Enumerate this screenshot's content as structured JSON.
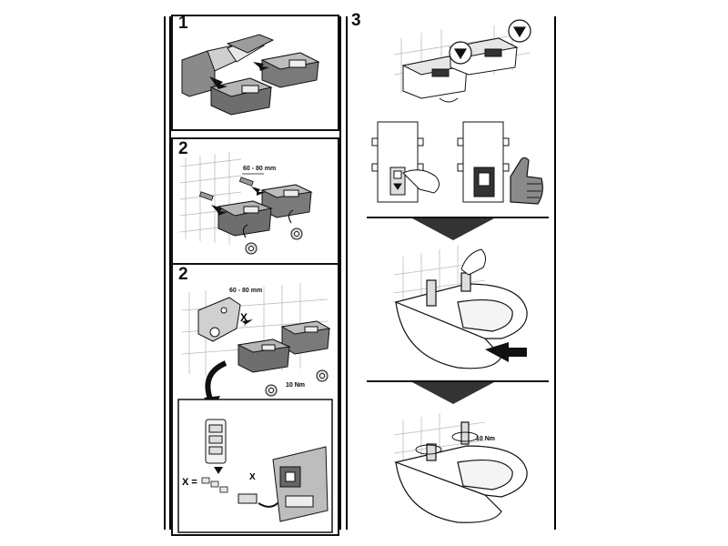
{
  "steps": {
    "step1": "1",
    "step2a": "2",
    "step2b": "2",
    "step3": "3"
  },
  "labels": {
    "distance_a": "60 - 80 mm",
    "distance_b": "60 - 80 mm",
    "torque_a": "10 Nm",
    "torque_b": "10 Nm",
    "x_mark_1": "X",
    "x_mark_2": "X",
    "x_equals": "X ="
  },
  "icons": [
    "bracket-icon",
    "wall-bolt-icon",
    "washer-nut-icon",
    "arrow-icon",
    "flush-plate-icon",
    "hand-icon",
    "thumbs-up-icon",
    "wc-bowl-icon",
    "torque-wrench-icon",
    "down-arrow-icon"
  ]
}
